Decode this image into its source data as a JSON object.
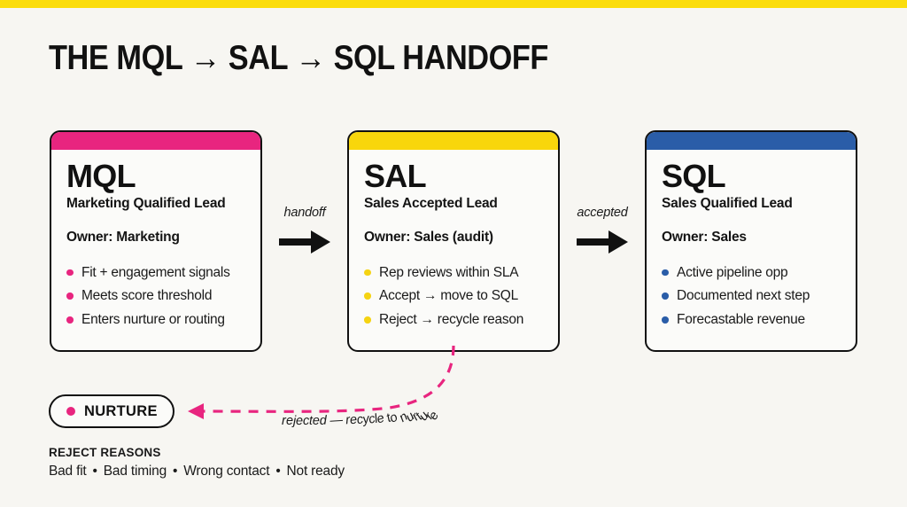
{
  "page": {
    "title": "THE MQL → SAL → SQL HANDOFF",
    "background_color": "#F7F6F2",
    "accent_bar_color": "#FBDD0D"
  },
  "stages": [
    {
      "code": "MQL",
      "subtitle": "Marketing Qualified Lead",
      "owner": "Owner: Marketing",
      "accent_color": "#E8257F",
      "bullets": [
        "Fit + engagement signals",
        "Meets score threshold",
        "Enters nurture or routing"
      ]
    },
    {
      "code": "SAL",
      "subtitle": "Sales Accepted Lead",
      "owner": "Owner: Sales (audit)",
      "accent_color": "#F8D60B",
      "bullets": [
        "Rep reviews within SLA",
        "Accept → move to SQL",
        "Reject → recycle reason"
      ]
    },
    {
      "code": "SQL",
      "subtitle": "Sales Qualified Lead",
      "owner": "Owner: Sales",
      "accent_color": "#2A5DA8",
      "bullets": [
        "Active pipeline opp",
        "Documented next step",
        "Forecastable revenue"
      ]
    }
  ],
  "connectors": [
    {
      "label": "handoff"
    },
    {
      "label": "accepted"
    }
  ],
  "recycle_loop": {
    "label": "rejected — recycle to nurture",
    "color": "#E8257F",
    "style": "dashed"
  },
  "nurture": {
    "label": "NURTURE",
    "dot_color": "#E8257F"
  },
  "footer": {
    "heading": "REJECT REASONS",
    "reasons": [
      "Bad fit",
      "Bad timing",
      "Wrong contact",
      "Not ready"
    ],
    "separator": "•"
  }
}
